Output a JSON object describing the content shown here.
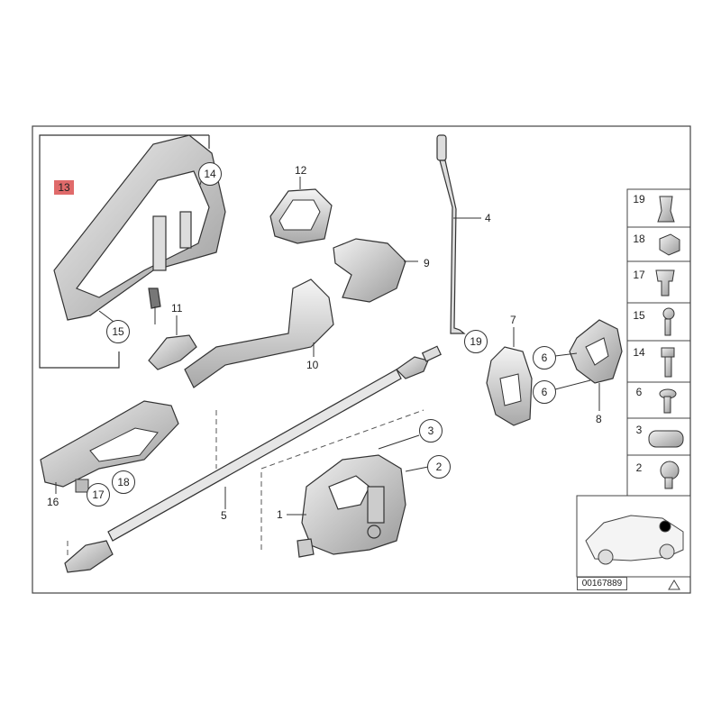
{
  "callouts": {
    "c1": "1",
    "c2": "2",
    "c3": "3",
    "c4": "4",
    "c5": "5",
    "c6a": "6",
    "c6b": "6",
    "c7": "7",
    "c8": "8",
    "c9": "9",
    "c10": "10",
    "c11": "11",
    "c12": "12",
    "c13": "13",
    "c14": "14",
    "c15": "15",
    "c16": "16",
    "c17": "17",
    "c18": "18",
    "c19": "19"
  },
  "legend": {
    "items": [
      "19",
      "18",
      "17",
      "15",
      "14",
      "6",
      "3",
      "2"
    ]
  },
  "drawing_number": "00167889",
  "colors": {
    "highlight": "#e06a6a",
    "line": "#333333",
    "shade": "#c8c8c8"
  }
}
